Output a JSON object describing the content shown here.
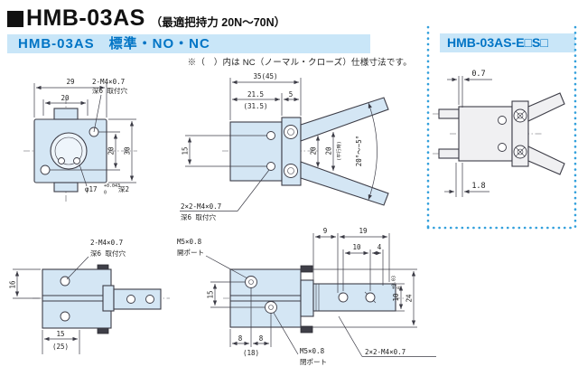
{
  "page": {
    "title": "HMB-03AS",
    "title_suffix": "（最適把持力 20N～70N）",
    "section_bar": "HMB-03AS　標準・NO・NC",
    "note": "※（　）内は NC（ノーマル・クローズ）仕様寸法です。"
  },
  "colors": {
    "accent_blue": "#0074c5",
    "bar_bg": "#c9e6f8",
    "body_fill": "#d4e6f4",
    "line_color": "#3c3c46",
    "dotted_border": "#33a0dc"
  },
  "views": {
    "front": {
      "dim_width": "29",
      "dim_tab": "20",
      "dim_hole_pitch": "20",
      "dim_height": "30",
      "tap_label_1": "2-M4×0.7",
      "tap_label_2": "深6 取付穴",
      "bore": "φ17",
      "bore_tol_upper": "+0.043",
      "bore_tol_lower": "0",
      "bore_depth": "深2"
    },
    "side_open": {
      "dim_total": "35(45)",
      "dim_body": "21.5",
      "dim_body_nc": "(31.5)",
      "dim_tip": "5",
      "dim_hole_pitch": "15",
      "dim_open_inner": "20",
      "dim_open_outer": "20",
      "parallel_note": "(平行時)",
      "dim_angle": "20°～−5°",
      "tap_label_1": "2×2-M4×0.7",
      "tap_label_2": "深6 取付穴"
    },
    "side_closed": {
      "dim_top": "16",
      "dim_width": "15",
      "dim_width_nc": "(25)",
      "tap_label_1": "2-M4×0.7",
      "tap_label_2": "深6 取付穴"
    },
    "bottom": {
      "dim_a": "9",
      "dim_b": "19",
      "dim_c": "10",
      "dim_d": "4",
      "dim_port_pitch": "15",
      "dim_e": "8",
      "dim_f": "8",
      "dim_g": "(18)",
      "dim_height": "24",
      "dim_slot": "10",
      "slot_tol_upper": "+0.03",
      "slot_tol_lower": "0",
      "open_port_1": "M5×0.8",
      "open_port_2": "開ポート",
      "close_port_1": "M5×0.8",
      "close_port_2": "閉ポート",
      "tap_label": "2×2-M4×0.7"
    }
  },
  "sensor_panel": {
    "title": "HMB-03AS-E□S□",
    "dim_top": "0.7",
    "dim_bottom": "1.8"
  }
}
